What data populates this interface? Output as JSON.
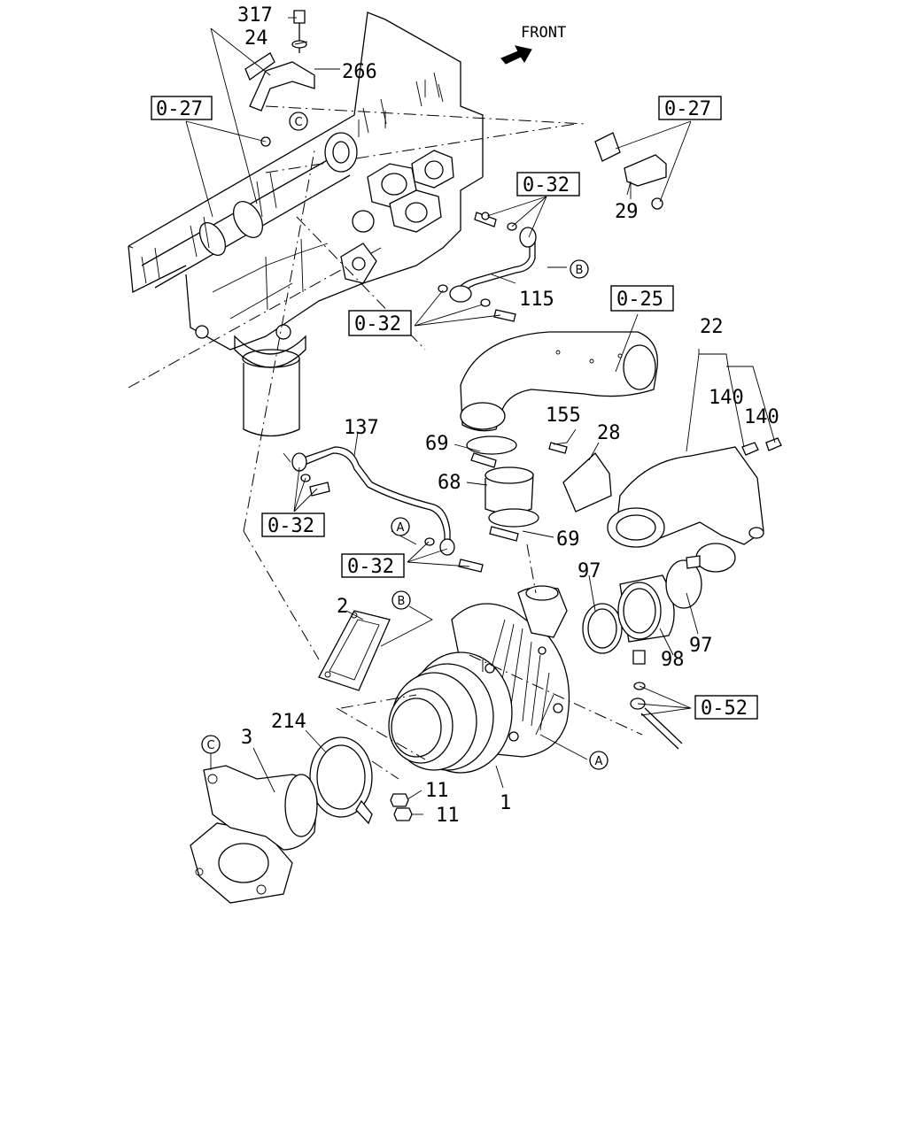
{
  "front_label": "FRONT",
  "part_numbers": [
    "317",
    "24",
    "266",
    "29",
    "115",
    "22",
    "140",
    "140",
    "155",
    "28",
    "137",
    "69",
    "68",
    "69",
    "97",
    "97",
    "98",
    "2",
    "214",
    "3",
    "11",
    "11",
    "1"
  ],
  "ref_boxes": [
    "0-27",
    "0-27",
    "0-32",
    "0-32",
    "0-25",
    "0-32",
    "0-32",
    "0-52"
  ],
  "ref_circles": [
    "C",
    "B",
    "A",
    "B",
    "A",
    "C"
  ]
}
